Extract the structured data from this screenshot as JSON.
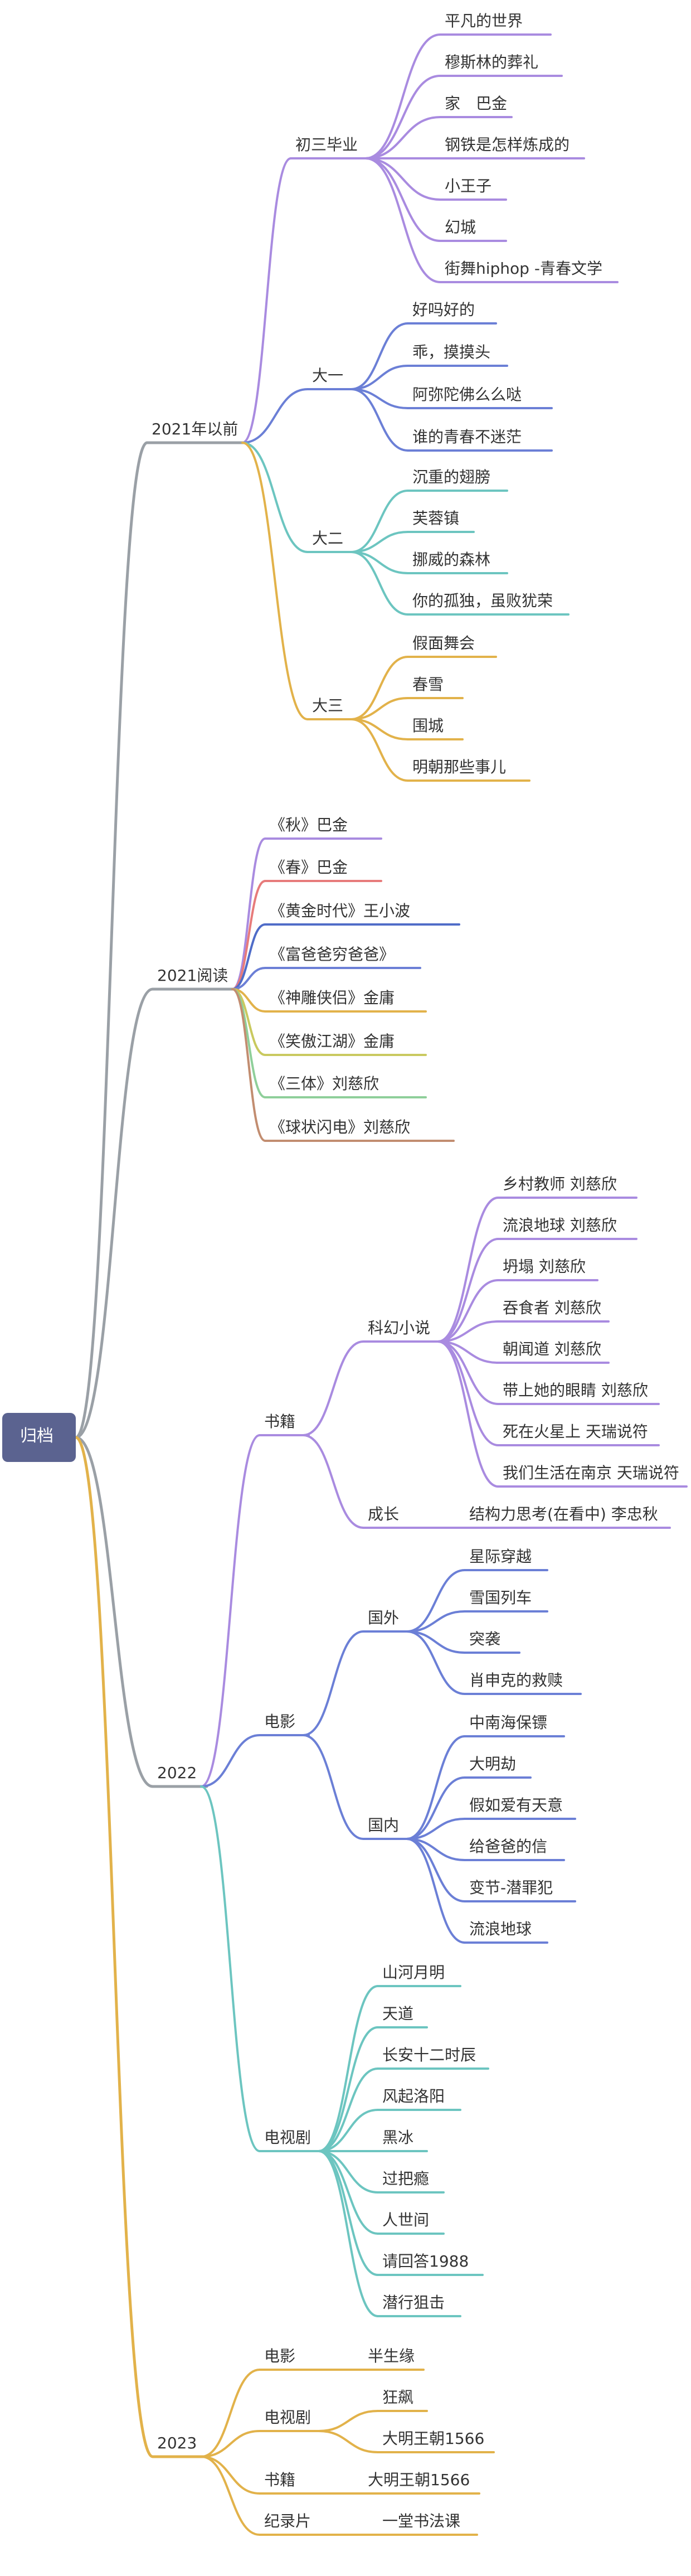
{
  "root": "归档",
  "nodes": [
    {
      "id": "y2021b",
      "text": "2021年以前"
    },
    {
      "id": "cz",
      "text": "初三毕业"
    },
    {
      "id": "c1",
      "text": "平凡的世界"
    },
    {
      "id": "c2",
      "text": "穆斯林的葬礼"
    },
    {
      "id": "c3",
      "text": "家　巴金"
    },
    {
      "id": "c4",
      "text": "钢铁是怎样炼成的"
    },
    {
      "id": "c5",
      "text": "小王子"
    },
    {
      "id": "c6",
      "text": "幻城"
    },
    {
      "id": "c7",
      "text": "街舞hiphop -青春文学"
    },
    {
      "id": "dy",
      "text": "大一"
    },
    {
      "id": "d1",
      "text": "好吗好的"
    },
    {
      "id": "d2",
      "text": "乖，摸摸头"
    },
    {
      "id": "d3",
      "text": "阿弥陀佛么么哒"
    },
    {
      "id": "d4",
      "text": "谁的青春不迷茫"
    },
    {
      "id": "de",
      "text": "大二"
    },
    {
      "id": "e1",
      "text": "沉重的翅膀"
    },
    {
      "id": "e2",
      "text": "芙蓉镇"
    },
    {
      "id": "e3",
      "text": "挪威的森林"
    },
    {
      "id": "e4",
      "text": "你的孤独，虽败犹荣"
    },
    {
      "id": "ds",
      "text": "大三"
    },
    {
      "id": "s1",
      "text": "假面舞会"
    },
    {
      "id": "s2",
      "text": "春雪"
    },
    {
      "id": "s3",
      "text": "围城"
    },
    {
      "id": "s4",
      "text": "明朝那些事儿"
    },
    {
      "id": "r21",
      "text": "2021阅读"
    },
    {
      "id": "r1",
      "text": "《秋》巴金"
    },
    {
      "id": "r2",
      "text": "《春》巴金"
    },
    {
      "id": "r3",
      "text": "《黄金时代》王小波"
    },
    {
      "id": "r4",
      "text": "《富爸爸穷爸爸》"
    },
    {
      "id": "r5",
      "text": "《神雕侠侣》金庸"
    },
    {
      "id": "r6",
      "text": "《笑傲江湖》金庸"
    },
    {
      "id": "r7",
      "text": "《三体》刘慈欣"
    },
    {
      "id": "r8",
      "text": "《球状闪电》刘慈欣"
    },
    {
      "id": "y22",
      "text": "2022"
    },
    {
      "id": "sj",
      "text": "书籍"
    },
    {
      "id": "kh",
      "text": "科幻小说"
    },
    {
      "id": "k1",
      "text": "乡村教师 刘慈欣"
    },
    {
      "id": "k2",
      "text": "流浪地球 刘慈欣"
    },
    {
      "id": "k3",
      "text": "坍塌 刘慈欣"
    },
    {
      "id": "k4",
      "text": "吞食者 刘慈欣"
    },
    {
      "id": "k5",
      "text": "朝闻道 刘慈欣"
    },
    {
      "id": "k6",
      "text": "带上她的眼睛 刘慈欣"
    },
    {
      "id": "k7",
      "text": "死在火星上 天瑞说符"
    },
    {
      "id": "k8",
      "text": "我们生活在南京 天瑞说符"
    },
    {
      "id": "cc",
      "text": "成长"
    },
    {
      "id": "cc1",
      "text": "结构力思考(在看中) 李忠秋"
    },
    {
      "id": "dyy",
      "text": "电影"
    },
    {
      "id": "gw",
      "text": "国外"
    },
    {
      "id": "g1",
      "text": "星际穿越"
    },
    {
      "id": "g2",
      "text": "雪国列车"
    },
    {
      "id": "g3",
      "text": "突袭"
    },
    {
      "id": "g4",
      "text": "肖申克的救赎"
    },
    {
      "id": "gn",
      "text": "国内"
    },
    {
      "id": "n1",
      "text": "中南海保镖"
    },
    {
      "id": "n2",
      "text": "大明劫"
    },
    {
      "id": "n3",
      "text": "假如爱有天意"
    },
    {
      "id": "n4",
      "text": "给爸爸的信"
    },
    {
      "id": "n5",
      "text": "变节-潜罪犯"
    },
    {
      "id": "n6",
      "text": "流浪地球"
    },
    {
      "id": "dsj",
      "text": "电视剧"
    },
    {
      "id": "t1",
      "text": "山河月明"
    },
    {
      "id": "t2",
      "text": "天道"
    },
    {
      "id": "t3",
      "text": "长安十二时辰"
    },
    {
      "id": "t4",
      "text": "风起洛阳"
    },
    {
      "id": "t5",
      "text": "黑冰"
    },
    {
      "id": "t6",
      "text": "过把瘾"
    },
    {
      "id": "t7",
      "text": "人世间"
    },
    {
      "id": "t8",
      "text": "请回答1988"
    },
    {
      "id": "t9",
      "text": "潜行狙击"
    },
    {
      "id": "y23",
      "text": "2023"
    },
    {
      "id": "a1",
      "text": "电影"
    },
    {
      "id": "a1c",
      "text": "半生缘"
    },
    {
      "id": "a2",
      "text": "电视剧"
    },
    {
      "id": "a2c1",
      "text": "狂飙"
    },
    {
      "id": "a2c2",
      "text": "大明王朝1566"
    },
    {
      "id": "a3",
      "text": "书籍"
    },
    {
      "id": "a3c",
      "text": "大明王朝1566"
    },
    {
      "id": "a4",
      "text": "纪录片"
    },
    {
      "id": "a4c",
      "text": "一堂书法课"
    }
  ],
  "colors": {
    "root_fill": "#5b6390",
    "gray": "#9aa0a6",
    "purple": "#a98be0",
    "blue": "#6b7fd6",
    "teal": "#6cc5c0",
    "gold": "#e2b24a",
    "red": "#e77b7b",
    "green": "#8fcf9a",
    "yellowgreen": "#c9c95f",
    "olive": "#cfc04d",
    "brown": "#c28d70",
    "navy": "#4f6cc8",
    "text": "#333333"
  }
}
